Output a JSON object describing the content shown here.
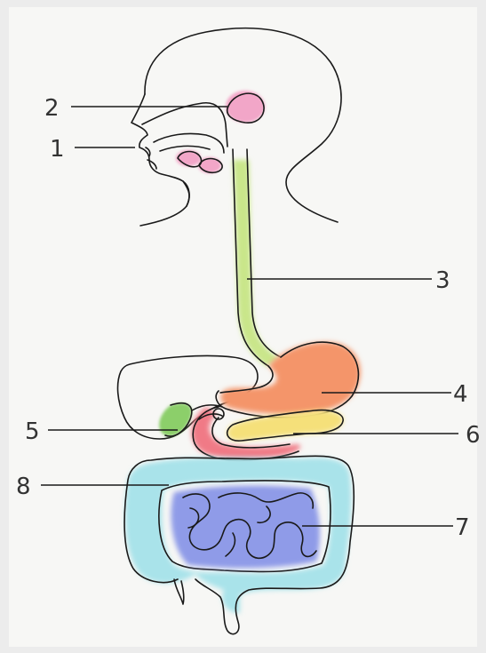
{
  "diagram": {
    "labels": {
      "l1": "1",
      "l2": "2",
      "l3": "3",
      "l4": "4",
      "l5": "5",
      "l6": "6",
      "l7": "7",
      "l8": "8"
    },
    "colors": {
      "background": "#ececec",
      "paper": "#f7f7f5",
      "salivary_glands": "#f2a6c8",
      "esophagus": "#c9e68a",
      "stomach": "#f4956a",
      "pancreas": "#f5e07a",
      "gallbladder": "#8ccf6a",
      "duodenum": "#f07a86",
      "small_intestine": "#8f9be8",
      "large_intestine": "#a9e3ea",
      "ink": "#1a1a1a"
    }
  }
}
